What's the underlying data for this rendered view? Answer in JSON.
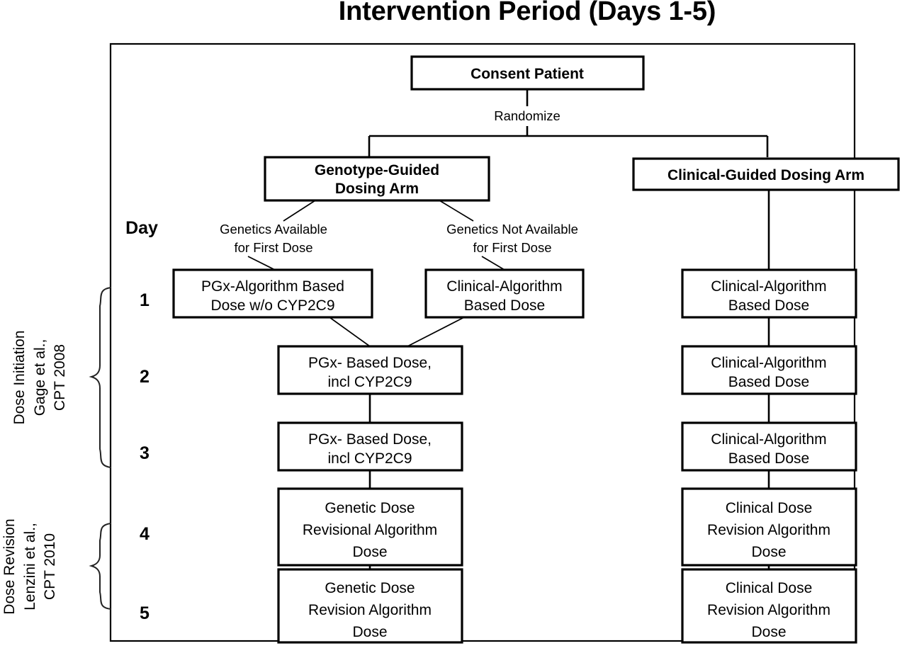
{
  "title": "Intervention Period (Days 1-5)",
  "frame": {
    "label": "diagram-frame"
  },
  "top": {
    "consent_label": "Consent Patient",
    "randomize_label": "Randomize"
  },
  "arms": {
    "genotype_line1": "Genotype-Guided",
    "genotype_line2": "Dosing Arm",
    "clinical_label": "Clinical-Guided Dosing Arm"
  },
  "branch_labels": {
    "available_line1": "Genetics Available",
    "available_line2": "for First Dose",
    "not_available_line1": "Genetics Not Available",
    "not_available_line2": "for First Dose"
  },
  "day_header": "Day",
  "days": [
    "1",
    "2",
    "3",
    "4",
    "5"
  ],
  "side_labels": {
    "initiation_line1": "Dose Initiation",
    "initiation_line2": "Gage et al.,",
    "initiation_line3": "CPT 2008",
    "revision_line1": "Dose Revision",
    "revision_line2": "Lenzini et al.,",
    "revision_line3": "CPT 2010"
  },
  "nodes": {
    "pgx_day1_l1": "PGx-Algorithm Based",
    "pgx_day1_l2": "Dose w/o CYP2C9",
    "clin_alg_day1_l1": "Clinical-Algorithm",
    "clin_alg_day1_l2": "Based Dose",
    "pgx_day2_l1": "PGx- Based Dose,",
    "pgx_day2_l2": "incl CYP2C9",
    "pgx_day3_l1": "PGx- Based Dose,",
    "pgx_day3_l2": "incl CYP2C9",
    "gen_day4_l1": "Genetic Dose",
    "gen_day4_l2": "Revisional Algorithm",
    "gen_day4_l3": "Dose",
    "gen_day5_l1": "Genetic Dose",
    "gen_day5_l2": "Revision Algorithm",
    "gen_day5_l3": "Dose",
    "right_day1_l1": "Clinical-Algorithm",
    "right_day1_l2": "Based Dose",
    "right_day2_l1": "Clinical-Algorithm",
    "right_day2_l2": "Based Dose",
    "right_day3_l1": "Clinical-Algorithm",
    "right_day3_l2": "Based Dose",
    "right_day4_l1": "Clinical Dose",
    "right_day4_l2": "Revision Algorithm",
    "right_day4_l3": "Dose",
    "right_day5_l1": "Clinical Dose",
    "right_day5_l2": "Revision Algorithm",
    "right_day5_l3": "Dose"
  },
  "colors": {
    "stroke": "#000000",
    "fill": "#ffffff",
    "background": "#ffffff"
  }
}
